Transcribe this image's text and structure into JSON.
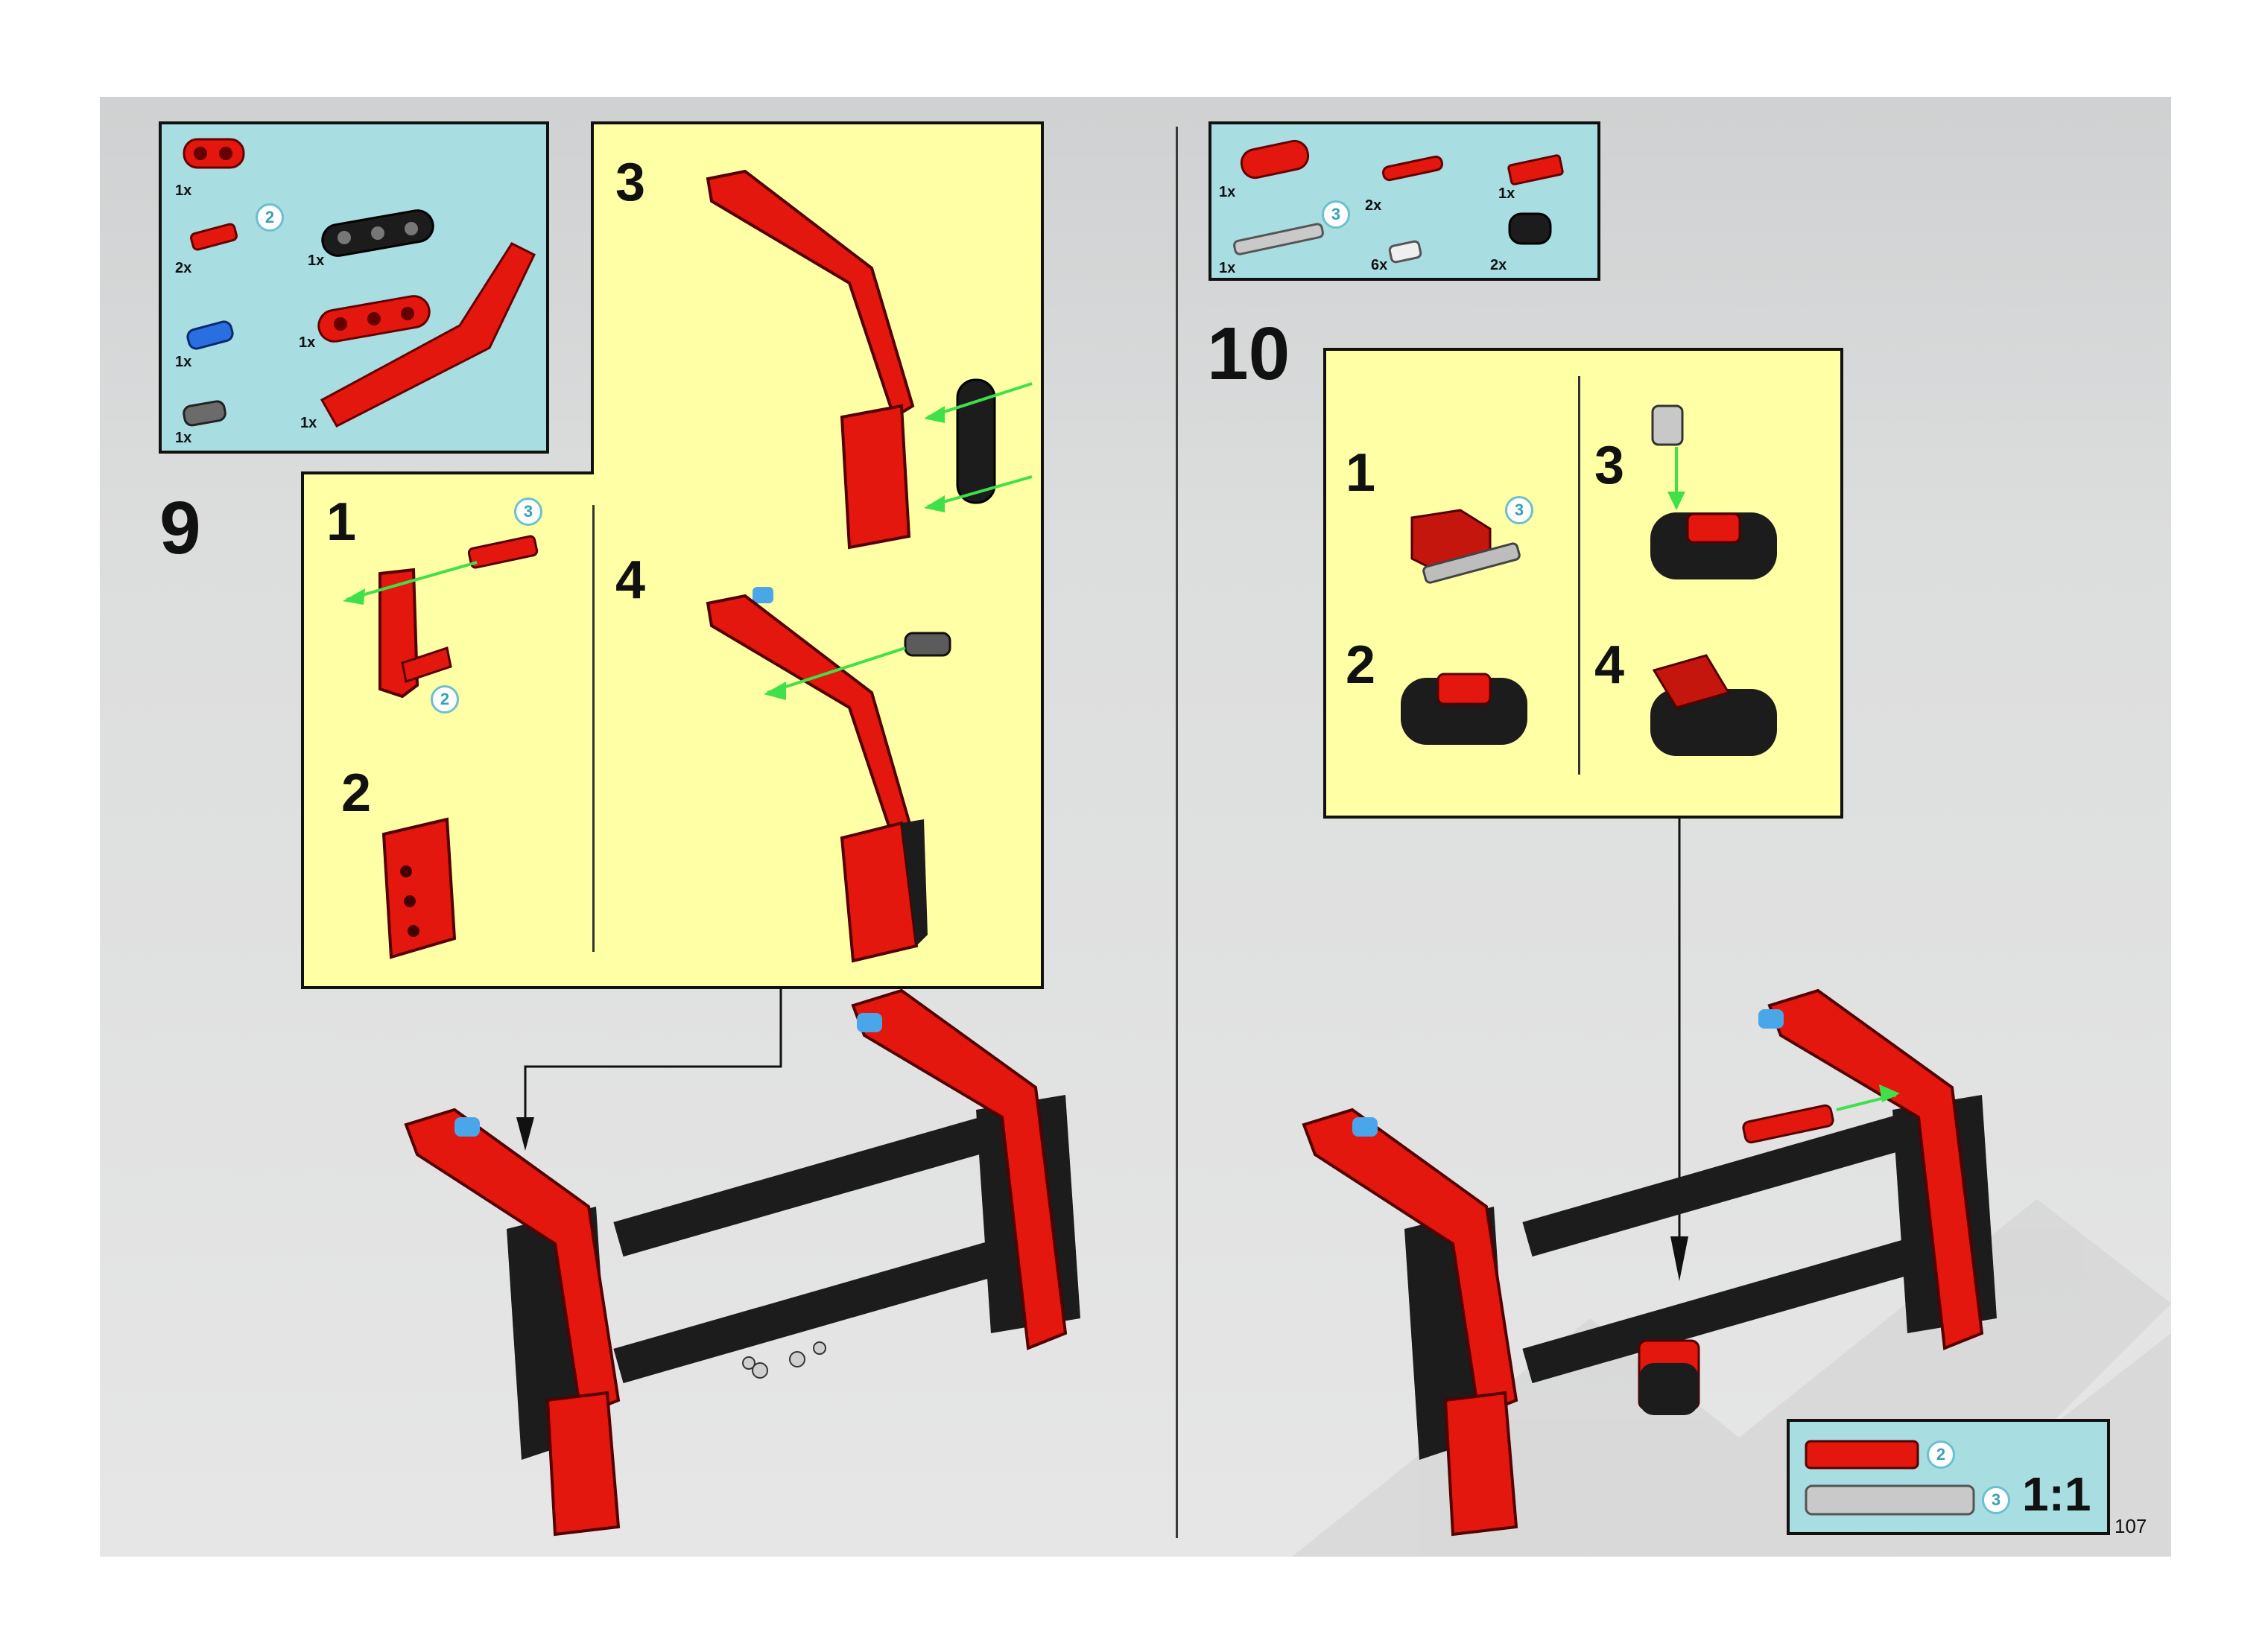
{
  "page_number": "107",
  "step9": {
    "number": "9",
    "parts": [
      {
        "qty": "1x",
        "name": "red-connector"
      },
      {
        "qty": "2x",
        "name": "red-axle-pin"
      },
      {
        "qty": "1x",
        "name": "black-beam-3"
      },
      {
        "qty": "1x",
        "name": "blue-pin"
      },
      {
        "qty": "1x",
        "name": "red-beam-3"
      },
      {
        "qty": "1x",
        "name": "gray-pin"
      },
      {
        "qty": "1x",
        "name": "red-bent-beam"
      }
    ],
    "callouts": [
      "2",
      "3",
      "2"
    ],
    "substeps": [
      "1",
      "2",
      "3",
      "4"
    ]
  },
  "step10": {
    "number": "10",
    "parts": [
      {
        "qty": "1x",
        "name": "red-connector"
      },
      {
        "qty": "2x",
        "name": "red-axle-stop"
      },
      {
        "qty": "1x",
        "name": "red-plate"
      },
      {
        "qty": "1x",
        "name": "gray-axle"
      },
      {
        "qty": "6x",
        "name": "white-pin"
      },
      {
        "qty": "2x",
        "name": "black-block"
      }
    ],
    "callouts": [
      "3",
      "3"
    ],
    "substeps": [
      "1",
      "2",
      "3",
      "4"
    ]
  },
  "scale_box": {
    "label": "1:1",
    "callouts": [
      "2",
      "3"
    ]
  },
  "colors": {
    "parts_bg": "#a8dde2",
    "substep_bg": "#ffffa6",
    "part_red": "#e3170d",
    "part_black": "#1c1c1c",
    "arrow_green": "#3fe04a"
  }
}
